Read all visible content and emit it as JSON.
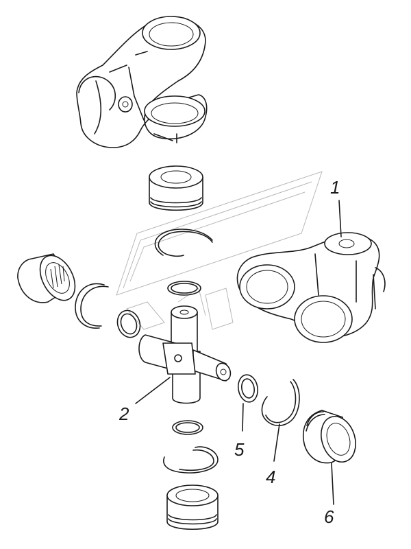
{
  "callouts": [
    {
      "id": "yoke",
      "number": "1"
    },
    {
      "id": "cross",
      "number": "2"
    },
    {
      "id": "circlip",
      "number": "4"
    },
    {
      "id": "seal-ring",
      "number": "5"
    },
    {
      "id": "needle-bearing",
      "number": "6"
    }
  ],
  "colors": {
    "line": "#1a1a1a",
    "watermark": "#b8b8b8",
    "background": "#ffffff"
  }
}
